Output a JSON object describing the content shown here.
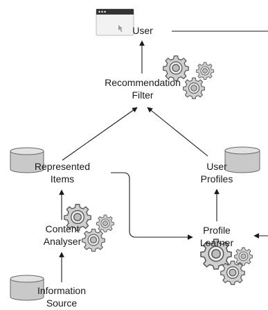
{
  "nodes": {
    "user": {
      "label": "User",
      "icon": "browser-window-icon"
    },
    "recommendation_filter": {
      "line1": "Recommendation",
      "line2": "Filter",
      "icon": "gears-icon"
    },
    "represented_items": {
      "line1": "Represented",
      "line2": "Items",
      "icon": "database-icon"
    },
    "user_profiles": {
      "line1": "User",
      "line2": "Profiles",
      "icon": "database-icon"
    },
    "content_analyser": {
      "line1": "Content",
      "line2": "Analyser",
      "icon": "gears-icon"
    },
    "profile_learner": {
      "line1": "Profile",
      "line2": "Learner",
      "icon": "gears-icon"
    },
    "information_source": {
      "line1": "Information",
      "line2": "Source",
      "icon": "database-icon"
    }
  },
  "edges": [
    {
      "from": "recommendation_filter",
      "to": "user"
    },
    {
      "from": "represented_items",
      "to": "recommendation_filter"
    },
    {
      "from": "user_profiles",
      "to": "recommendation_filter"
    },
    {
      "from": "content_analyser",
      "to": "represented_items"
    },
    {
      "from": "information_source",
      "to": "content_analyser"
    },
    {
      "from": "represented_items",
      "to": "profile_learner"
    },
    {
      "from": "profile_learner",
      "to": "user_profiles"
    },
    {
      "from": "user",
      "to": "profile_learner"
    }
  ],
  "colors": {
    "line": "#1a1a1a",
    "gear_fill": "#cfcfcf",
    "gear_stroke": "#555555",
    "db_fill": "#c9c9c9",
    "db_top": "#e2e2e2",
    "window_bar": "#333333"
  }
}
